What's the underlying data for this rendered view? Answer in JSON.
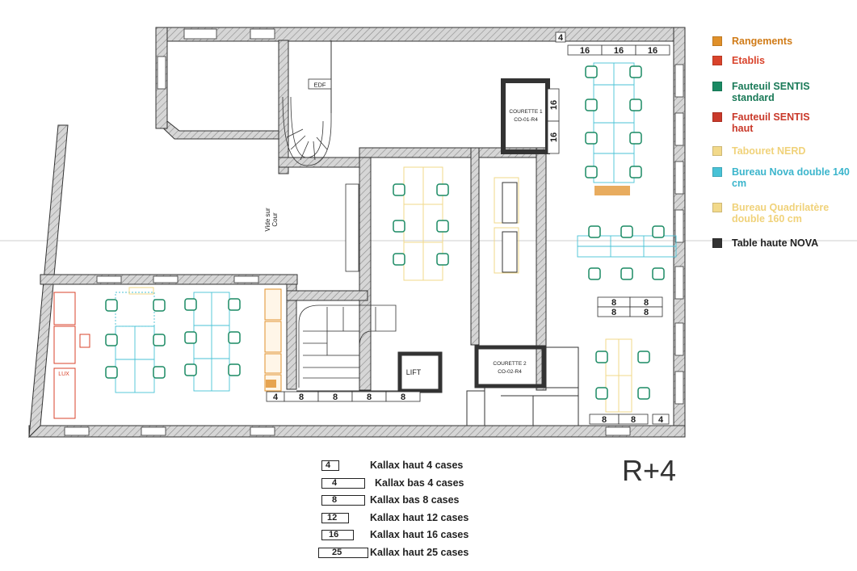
{
  "legend": {
    "items": [
      {
        "label": "Rangements",
        "color": "#e0902a"
      },
      {
        "label": "Etablis",
        "color": "#d9432b"
      },
      {
        "label": "Fauteuil SENTIS standard",
        "color": "#1a8a63"
      },
      {
        "label": "Fauteuil SENTIS haut",
        "color": "#c9392a"
      },
      {
        "label": "Tabouret NERD",
        "color": "#f2d98a"
      },
      {
        "label": "Bureau Nova double 140 cm",
        "color": "#48c2d6"
      },
      {
        "label": "Bureau Quadrilatère double 160 cm",
        "color": "#f2d98a"
      },
      {
        "label": "Table haute NOVA",
        "color": "#333333"
      }
    ]
  },
  "kallax": [
    {
      "code": "4",
      "label": "Kallax haut 4 cases"
    },
    {
      "code": "4",
      "label": "Kallax bas 4 cases"
    },
    {
      "code": "8",
      "label": "Kallax bas 8 cases"
    },
    {
      "code": "12",
      "label": "Kallax haut 12 cases"
    },
    {
      "code": "16",
      "label": "Kallax haut 16 cases"
    },
    {
      "code": "25",
      "label": "Kallax haut 25 cases"
    }
  ],
  "level": "R+4",
  "plan": {
    "vide_line1": "Vide sur",
    "vide_line2": "Cour",
    "edf": "EDF",
    "courette1_a": "COURETTE 1",
    "courette1_b": "CO-01-R4",
    "courette2_a": "COURETTE 2",
    "courette2_b": "CO-02-R4",
    "lift": "LIFT",
    "lux": "LUX",
    "k16": "16",
    "k8": "8",
    "k4": "4"
  },
  "colors": {
    "wall": "#bdbdbd",
    "chair": "#1a8a63",
    "desk_nova": "#48c2d6",
    "desk_quad": "#f2d98a",
    "storage": "#e0902a",
    "etabli": "#d9432b"
  }
}
